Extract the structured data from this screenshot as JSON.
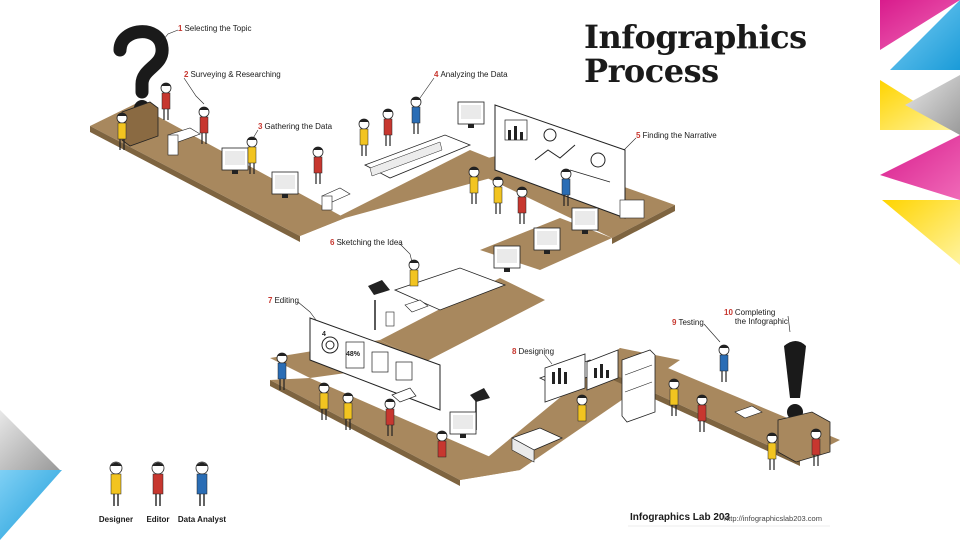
{
  "title": {
    "line1": "Infographics",
    "line2": "Process"
  },
  "steps": [
    {
      "num": "1",
      "label": "Selecting the Topic"
    },
    {
      "num": "2",
      "label": "Surveying & Researching"
    },
    {
      "num": "3",
      "label": "Gathering the Data"
    },
    {
      "num": "4",
      "label": "Analyzing the Data"
    },
    {
      "num": "5",
      "label": "Finding the Narrative"
    },
    {
      "num": "6",
      "label": "Sketching the Idea"
    },
    {
      "num": "7",
      "label": "Editing"
    },
    {
      "num": "8",
      "label": "Designing"
    },
    {
      "num": "9",
      "label": "Testing"
    },
    {
      "num": "10",
      "label_line1": "Completing",
      "label_line2": "the Infographic"
    }
  ],
  "legend": [
    {
      "label": "Designer",
      "color": "#f2c420"
    },
    {
      "label": "Editor",
      "color": "#c7372f"
    },
    {
      "label": "Data Analyst",
      "color": "#2a6db5"
    }
  ],
  "chart_labels": {
    "percent": "48%",
    "digit": "4"
  },
  "footer": {
    "brand": "Infographics Lab 203",
    "url": "http://infographicslab203.com"
  },
  "colors": {
    "path": "#a8885e",
    "path_side": "#7e6440",
    "designer": "#f2c420",
    "editor": "#c7372f",
    "analyst": "#2a6db5",
    "magenta": "#d81b8c",
    "cyan": "#1a9bd8",
    "yellow": "#ffd400",
    "grey": "#9a9a9a"
  }
}
